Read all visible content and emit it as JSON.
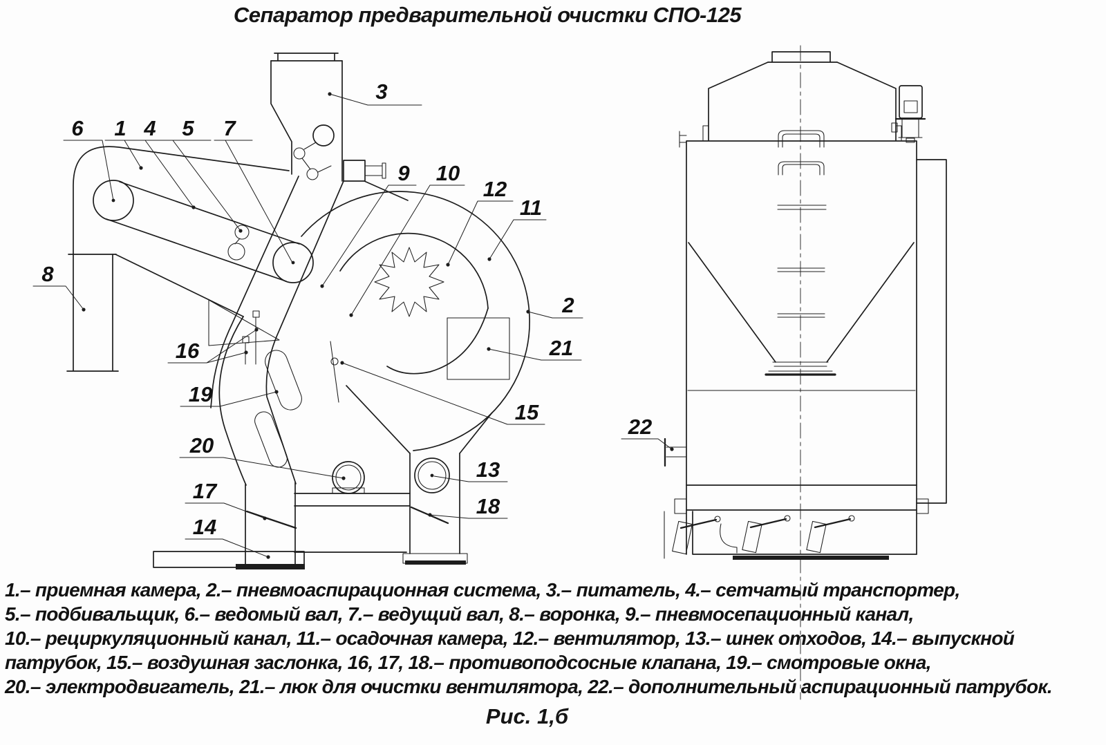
{
  "title": "Сепаратор предварительной очистки СПО-125",
  "figure_caption": "Рис. 1,б",
  "legend": [
    "1.– приемная камера, 2.– пневмоаспирационная система, 3.– питатель, 4.– сетчатый транспортер,",
    "5.– подбивальщик, 6.– ведомый вал, 7.– ведущий вал, 8.– воронка, 9.– пневмосепационный канал,",
    "10.– рециркуляционный канал, 11.– осадочная камера, 12.– вентилятор, 13.– шнек отходов, 14.– выпускной",
    "патрубок, 15.– воздушная заслонка, 16, 17, 18.– противоподсосные клапана, 19.– смотровые окна,",
    "20.– электродвигатель, 21.– люк для очистки вентилятора, 22.– дополнительный аспирационный патрубок."
  ],
  "callouts": [
    "1",
    "2",
    "3",
    "4",
    "5",
    "6",
    "7",
    "8",
    "9",
    "10",
    "11",
    "12",
    "13",
    "14",
    "15",
    "16",
    "17",
    "18",
    "19",
    "20",
    "21",
    "22"
  ],
  "colors": {
    "line": "#1d1d1d",
    "background": "#fdfdfd"
  }
}
